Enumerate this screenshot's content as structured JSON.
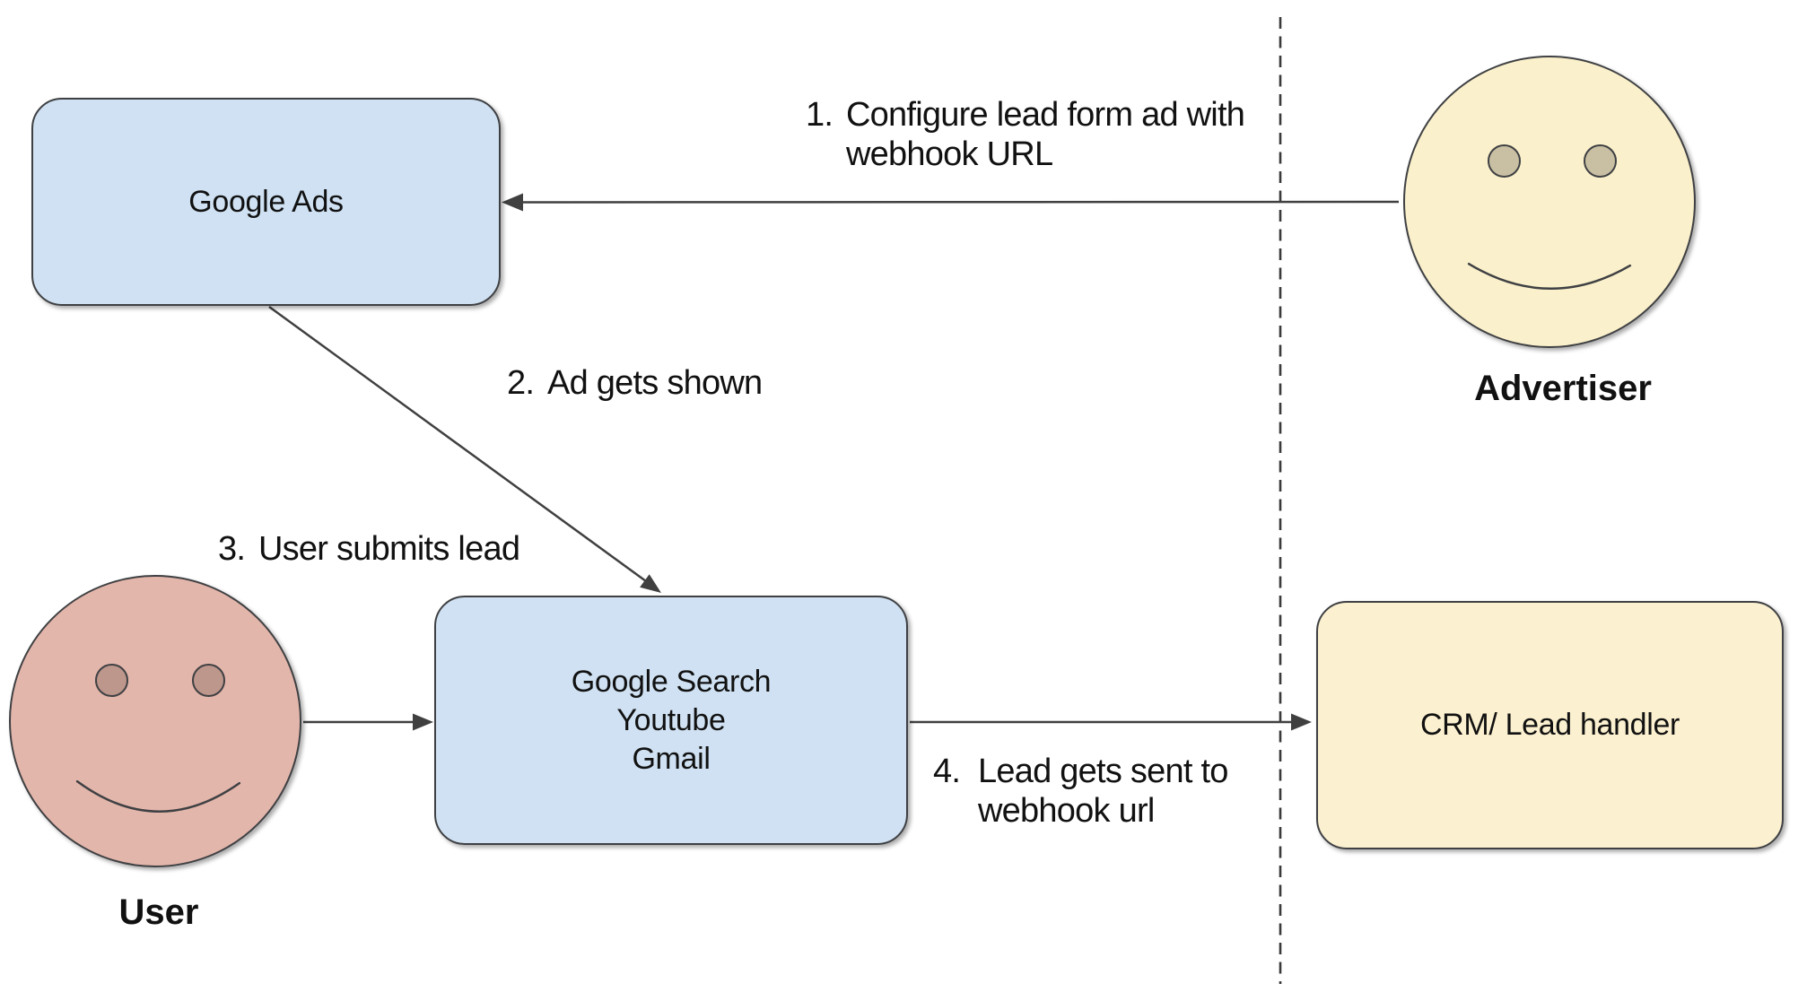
{
  "diagram": {
    "nodes": {
      "google_ads": {
        "label": "Google Ads"
      },
      "google_surfaces": {
        "lines": [
          "Google Search",
          "Youtube",
          "Gmail"
        ]
      },
      "crm": {
        "label": "CRM/ Lead handler"
      }
    },
    "actors": {
      "user": {
        "label": "User"
      },
      "advertiser": {
        "label": "Advertiser"
      }
    },
    "steps": [
      {
        "num": "1.",
        "lines": [
          "Configure lead form ad with",
          "webhook URL"
        ]
      },
      {
        "num": "2.",
        "lines": [
          "Ad gets shown"
        ]
      },
      {
        "num": "3.",
        "lines": [
          "User submits lead"
        ]
      },
      {
        "num": "4.",
        "lines": [
          "Lead gets sent to",
          "webhook url"
        ]
      }
    ],
    "colors": {
      "node_blue": "#cfe1f2",
      "node_yellow": "#fbf0cf",
      "face_pink": "#e3b6ab",
      "face_cream": "#faf0cb",
      "eye_pink": "#bd968c",
      "eye_tan": "#c9c0a4",
      "line_stroke": "#404040",
      "text": "#111111"
    }
  }
}
